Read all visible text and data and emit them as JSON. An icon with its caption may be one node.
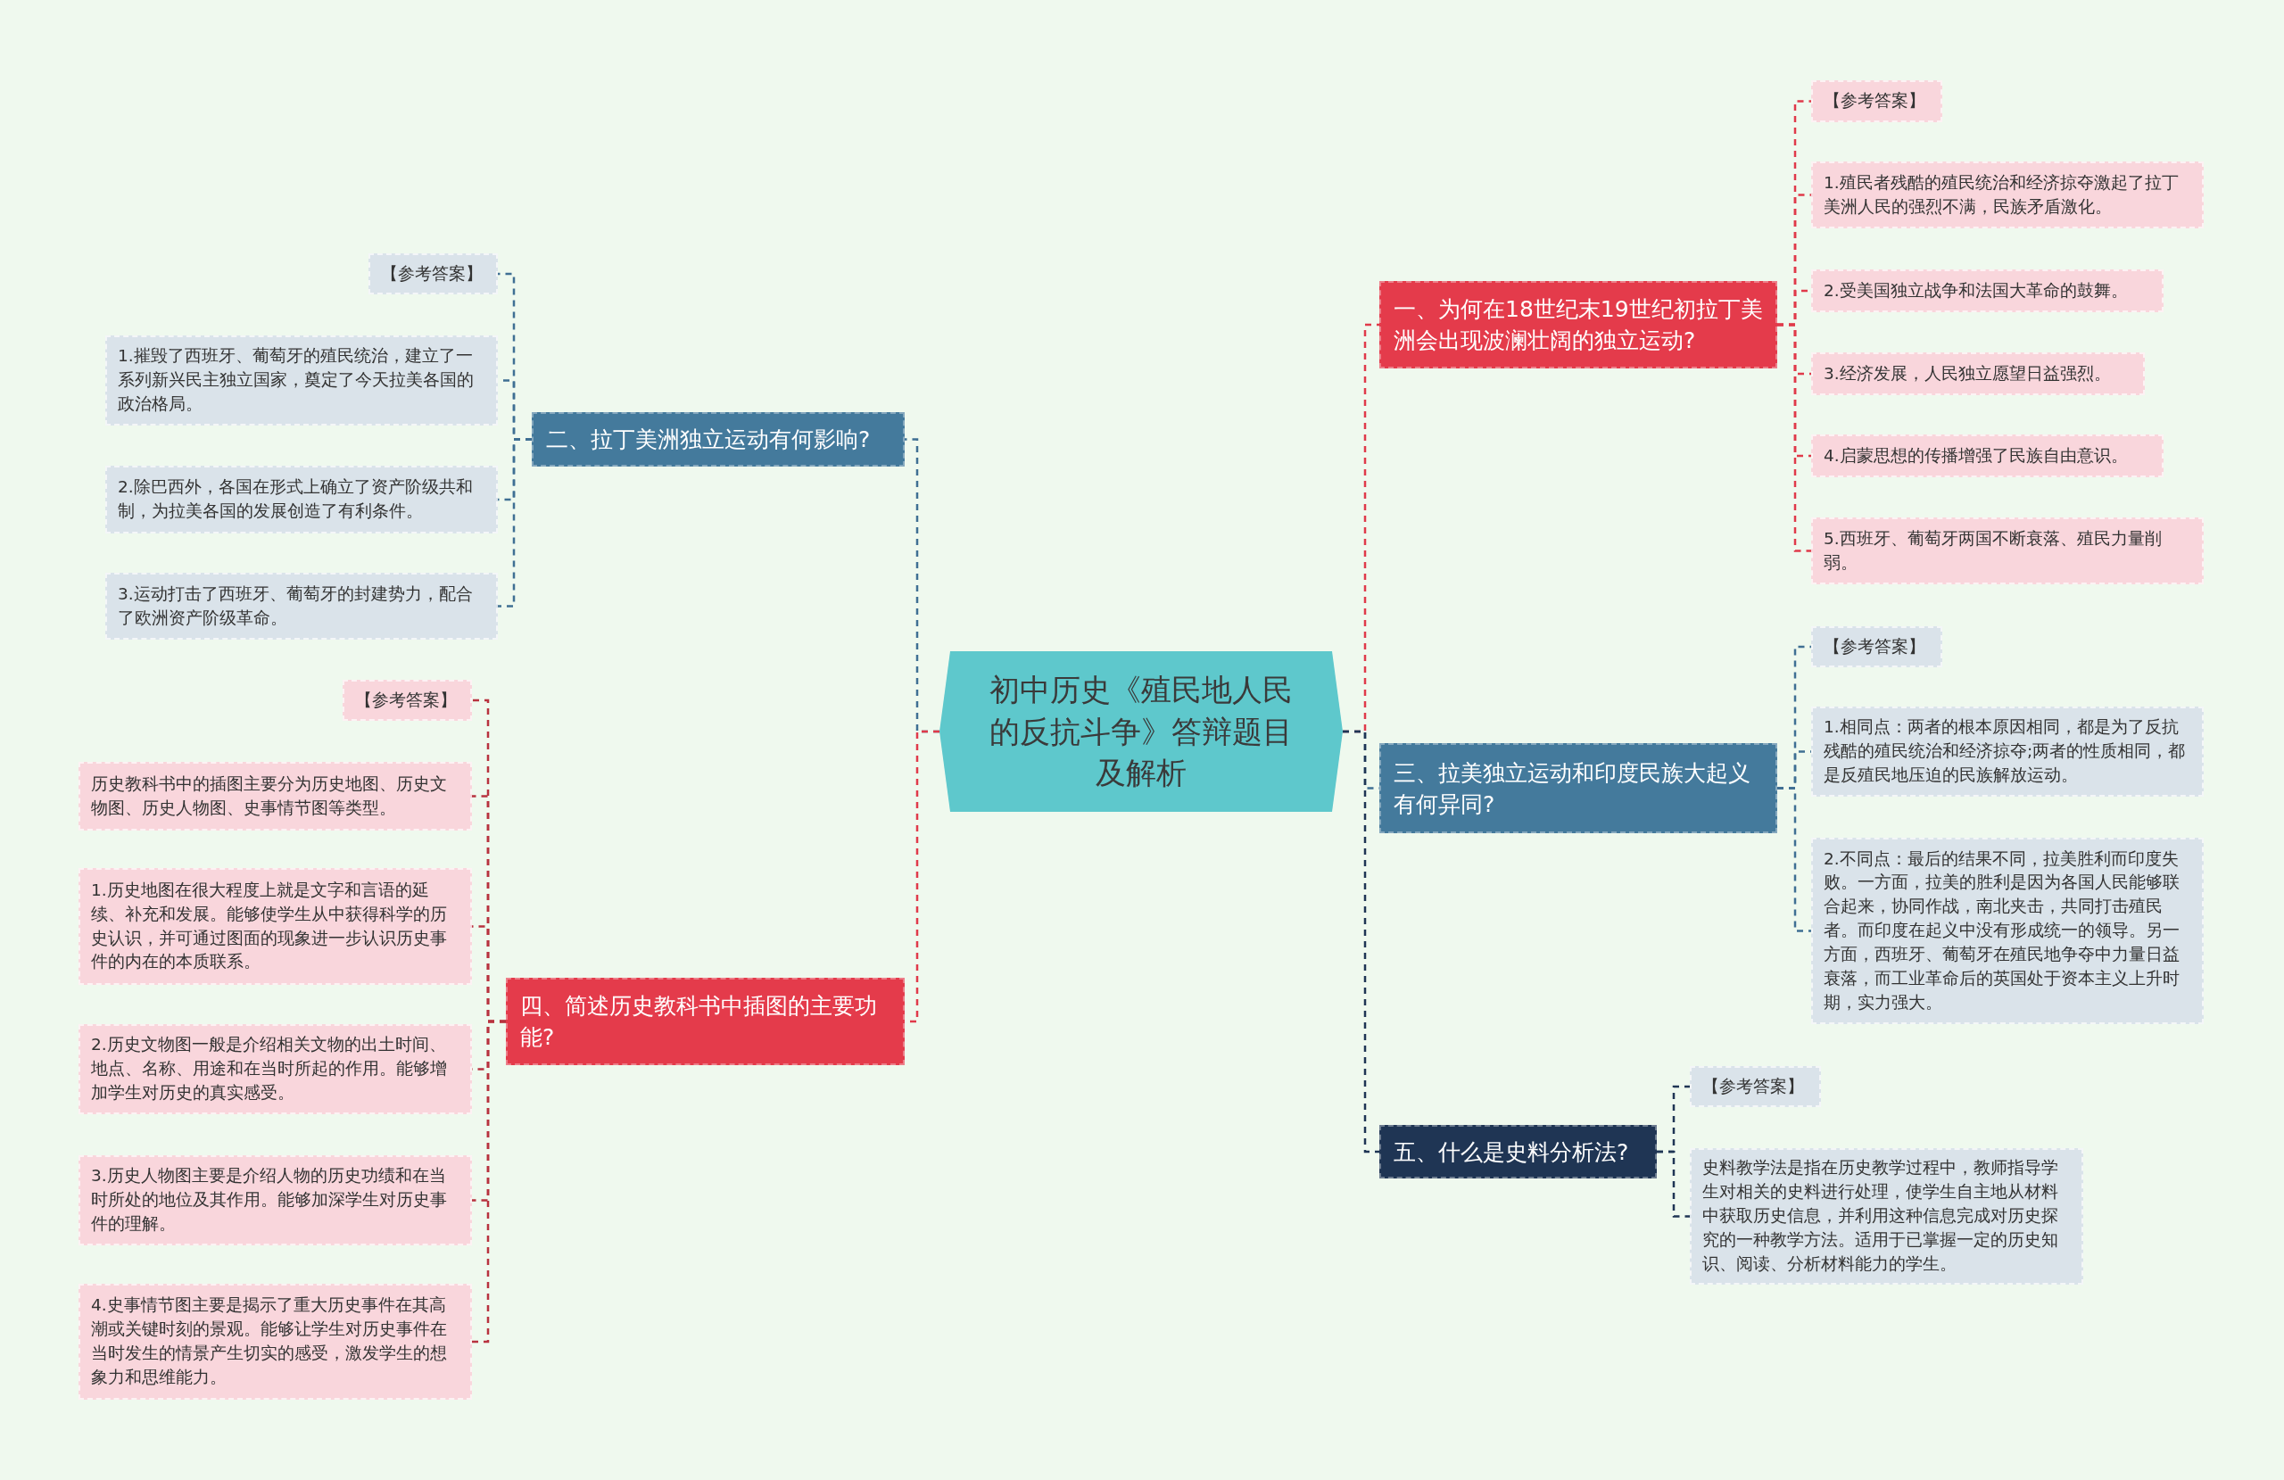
{
  "diagram": {
    "nodes": [
      {
        "text": [
          "初中历史《殖民地人民的反抗斗争》答辩题目及解析"
        ]
      },
      {
        "text": [
          "一、为何在18世纪末19世纪初拉丁美洲会出现波澜壮阔的独立运动?"
        ]
      },
      {
        "text": [
          "【参考答案】"
        ]
      },
      {
        "text": [
          "1.殖民者残酷的殖民统治和经济掠夺激起了拉丁美洲人民的强烈不满，民族矛盾激化。"
        ]
      },
      {
        "text": [
          "2.受美国独立战争和法国大革命的鼓舞。"
        ]
      },
      {
        "text": [
          "3.经济发展，人民独立愿望日益强烈。"
        ]
      },
      {
        "text": [
          "4.启蒙思想的传播增强了民族自由意识。"
        ]
      },
      {
        "text": [
          "5.西班牙、葡萄牙两国不断衰落、殖民力量削弱。"
        ]
      },
      {
        "text": [
          "二、拉丁美洲独立运动有何影响?"
        ]
      },
      {
        "text": [
          "【参考答案】"
        ]
      },
      {
        "text": [
          "1.摧毁了西班牙、葡萄牙的殖民统治，建立了一系列新兴民主独立国家，奠定了今天拉美各国的政治格局。"
        ]
      },
      {
        "text": [
          "2.除巴西外，各国在形式上确立了资产阶级共和制，为拉美各国的发展创造了有利条件。"
        ]
      },
      {
        "text": [
          "3.运动打击了西班牙、葡萄牙的封建势力，配合了欧洲资产阶级革命。"
        ]
      },
      {
        "text": [
          "三、拉美独立运动和印度民族大起义有何异同?"
        ]
      },
      {
        "text": [
          "【参考答案】"
        ]
      },
      {
        "text": [
          "1.相同点：两者的根本原因相同，都是为了反抗残酷的殖民统治和经济掠夺;两者的性质相同，都是反殖民地压迫的民族解放运动。"
        ]
      },
      {
        "text": [
          "2.不同点：最后的结果不同，拉美胜利而印度失败。一方面，拉美的胜利是因为各国人民能够联合起来，协同作战，南北夹击，共同打击殖民者。而印度在起义中没有形成统一的领导。另一方面，西班牙、葡萄牙在殖民地争夺中力量日益衰落，而工业革命后的英国处于资本主义上升时期，实力强大。"
        ]
      },
      {
        "text": [
          "四、简述历史教科书中插图的主要功能?"
        ]
      },
      {
        "text": [
          "【参考答案】"
        ]
      },
      {
        "text": [
          "历史教科书中的插图主要分为历史地图、历史文物图、历史人物图、史事情节图等类型。"
        ]
      },
      {
        "text": [
          "1.历史地图在很大程度上就是文字和言语的延续、补充和发展。能够使学生从中获得科学的历史认识，并可通过图面的现象进一步认识历史事件的内在的本质联系。"
        ]
      },
      {
        "text": [
          "2.历史文物图一般是介绍相关文物的出土时间、地点、名称、用途和在当时所起的作用。能够增加学生对历史的真实感受。"
        ]
      },
      {
        "text": [
          "3.历史人物图主要是介绍人物的历史功绩和在当时所处的地位及其作用。能够加深学生对历史事件的理解。"
        ]
      },
      {
        "text": [
          "4.史事情节图主要是揭示了重大历史事件在其高潮或关键时刻的景观。能够让学生对历史事件在当时发生的情景产生切实的感受，激发学生的想象力和思维能力。"
        ]
      },
      {
        "text": [
          "五、什么是史料分析法?"
        ]
      },
      {
        "text": [
          "【参考答案】"
        ]
      },
      {
        "text": [
          "史料教学法是指在历史教学过程中，教师指导学生对相关的史料进行处理，使学生自主地从材料中获取历史信息，并利用这种信息完成对历史探究的一种教学方法。适用于已掌握一定的历史知识、阅读、分析材料能力的学生。"
        ]
      }
    ],
    "edges": [
      {
        "from": 0,
        "to": 1,
        "arrow": "none",
        "style": "dashed",
        "color": "#e03a4a"
      },
      {
        "from": 1,
        "to": 2,
        "arrow": "none",
        "style": "dashed",
        "color": "#e03a4a"
      },
      {
        "from": 1,
        "to": 3,
        "arrow": "none",
        "style": "dashed",
        "color": "#e03a4a"
      },
      {
        "from": 1,
        "to": 4,
        "arrow": "none",
        "style": "dashed",
        "color": "#e03a4a"
      },
      {
        "from": 1,
        "to": 5,
        "arrow": "none",
        "style": "dashed",
        "color": "#e03a4a"
      },
      {
        "from": 1,
        "to": 6,
        "arrow": "none",
        "style": "dashed",
        "color": "#e03a4a"
      },
      {
        "from": 1,
        "to": 7,
        "arrow": "none",
        "style": "dashed",
        "color": "#e03a4a"
      },
      {
        "from": 0,
        "to": 8,
        "arrow": "none",
        "style": "dashed",
        "color": "#3f6f93"
      },
      {
        "from": 8,
        "to": 9,
        "arrow": "none",
        "style": "dashed",
        "color": "#3f6f93"
      },
      {
        "from": 8,
        "to": 10,
        "arrow": "none",
        "style": "dashed",
        "color": "#3f6f93"
      },
      {
        "from": 8,
        "to": 11,
        "arrow": "none",
        "style": "dashed",
        "color": "#3f6f93"
      },
      {
        "from": 8,
        "to": 12,
        "arrow": "none",
        "style": "dashed",
        "color": "#3f6f93"
      },
      {
        "from": 0,
        "to": 13,
        "arrow": "none",
        "style": "dashed",
        "color": "#3f6f93"
      },
      {
        "from": 13,
        "to": 14,
        "arrow": "none",
        "style": "dashed",
        "color": "#3f6f93"
      },
      {
        "from": 13,
        "to": 15,
        "arrow": "none",
        "style": "dashed",
        "color": "#3f6f93"
      },
      {
        "from": 13,
        "to": 16,
        "arrow": "none",
        "style": "dashed",
        "color": "#3f6f93"
      },
      {
        "from": 0,
        "to": 17,
        "arrow": "none",
        "style": "dashed",
        "color": "#e03a4a"
      },
      {
        "from": 17,
        "to": 18,
        "arrow": "none",
        "style": "dashed",
        "color": "#b8323f"
      },
      {
        "from": 17,
        "to": 19,
        "arrow": "none",
        "style": "dashed",
        "color": "#b8323f"
      },
      {
        "from": 17,
        "to": 20,
        "arrow": "none",
        "style": "dashed",
        "color": "#b8323f"
      },
      {
        "from": 17,
        "to": 21,
        "arrow": "none",
        "style": "dashed",
        "color": "#b8323f"
      },
      {
        "from": 17,
        "to": 22,
        "arrow": "none",
        "style": "dashed",
        "color": "#b8323f"
      },
      {
        "from": 17,
        "to": 23,
        "arrow": "none",
        "style": "dashed",
        "color": "#b8323f"
      },
      {
        "from": 0,
        "to": 24,
        "arrow": "none",
        "style": "dashed",
        "color": "#1f3554"
      },
      {
        "from": 24,
        "to": 25,
        "arrow": "none",
        "style": "dashed",
        "color": "#1f3554"
      },
      {
        "from": 24,
        "to": 26,
        "arrow": "none",
        "style": "dashed",
        "color": "#1f3554"
      }
    ]
  }
}
